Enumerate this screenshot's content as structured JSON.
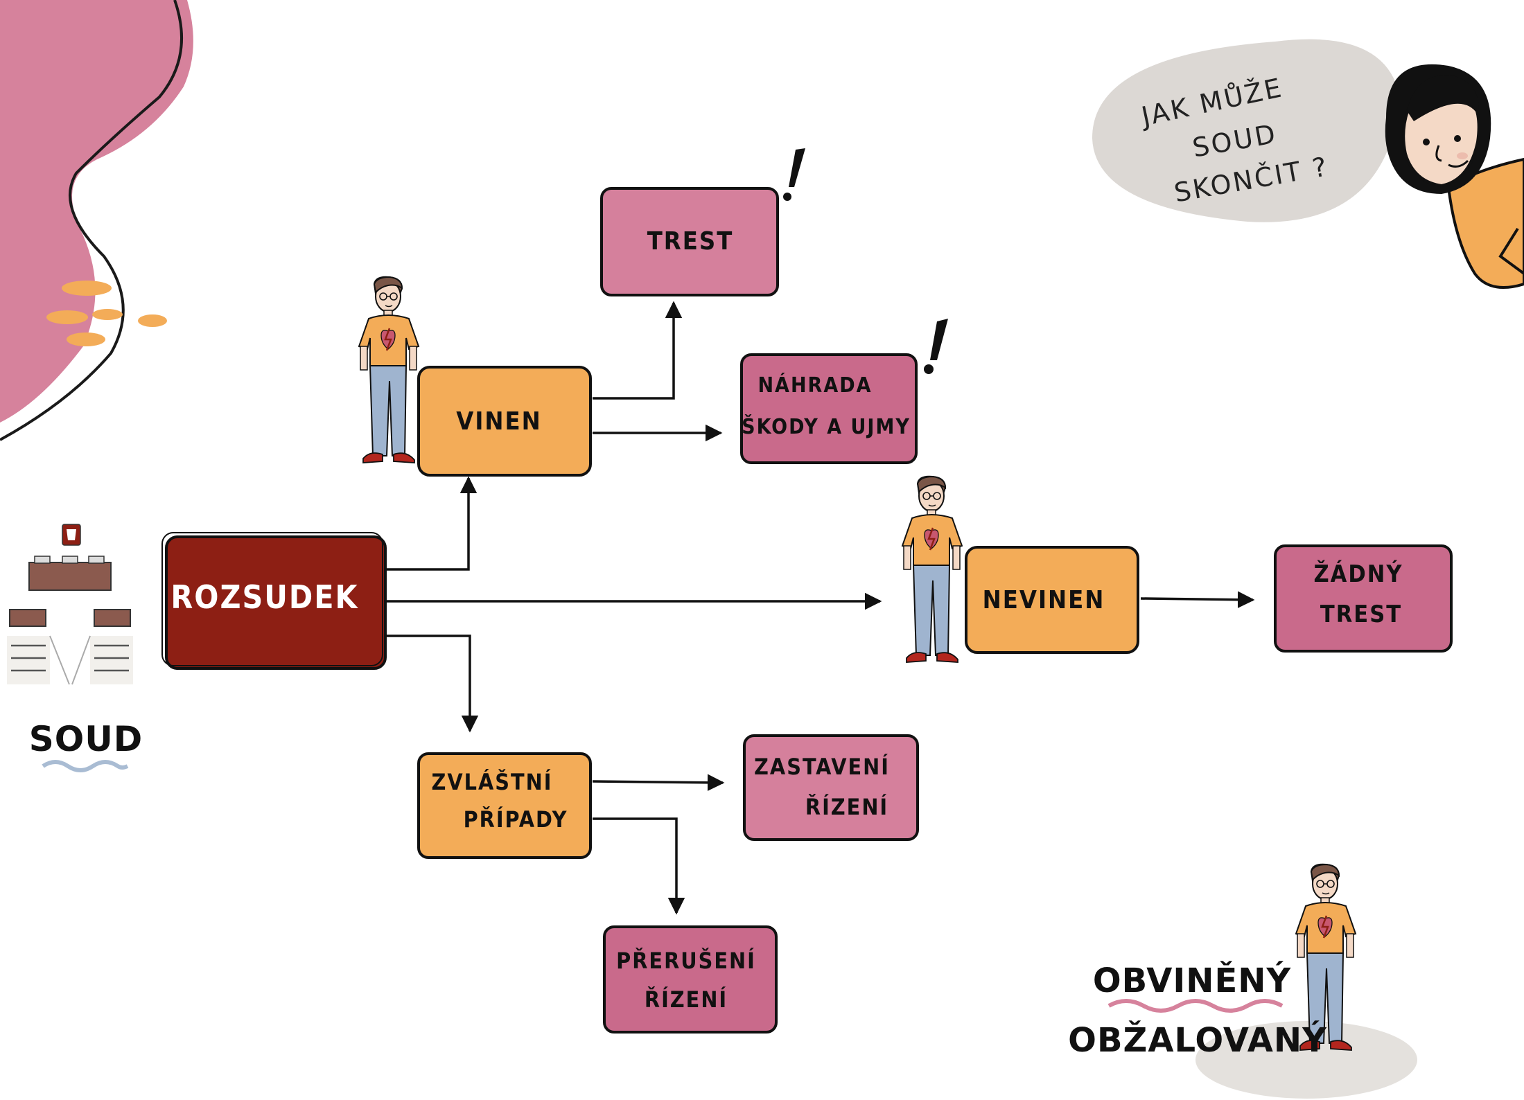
{
  "colors": {
    "pink_blob": "#d6829c",
    "maroon": "#8d1f14",
    "orange": "#f3ac58",
    "pink_box": "#d5809c",
    "pink_box_dark": "#c96a8b",
    "outline": "#1a1a1a",
    "speech_bubble": "#dcd8d4",
    "wave_blue": "#a9bcd3",
    "wave_pink": "#d6829c"
  },
  "speech": {
    "line1": "JAK MŮŽE",
    "line2": "SOUD",
    "line3": "SKONČIT ?"
  },
  "legend": {
    "court": "SOUD",
    "accused_line1": "OBVINĚNÝ",
    "accused_line2": "OBŽALOVANÝ"
  },
  "nodes": {
    "rozsudek": "ROZSUDEK",
    "vinen": "VINEN",
    "trest": "TREST",
    "nahrada_line1": "NÁHRADA",
    "nahrada_line2": "ŠKODY A UJMY",
    "nevinen": "NEVINEN",
    "zadny_line1": "ŽÁDNÝ",
    "zadny_line2": "TREST",
    "zvlastni_line1": "ZVLÁŠTNÍ",
    "zvlastni_line2": "PŘÍPADY",
    "zastaveni_line1": "ZASTAVENÍ",
    "zastaveni_line2": "ŘÍZENÍ",
    "preruseni_line1": "PŘERUŠENÍ",
    "preruseni_line2": "ŘÍZENÍ"
  },
  "icons": {
    "court": "courtroom-icon",
    "person": "accused-person-icon",
    "narrator": "narrator-woman-icon",
    "exclamation": "exclamation-icon"
  }
}
